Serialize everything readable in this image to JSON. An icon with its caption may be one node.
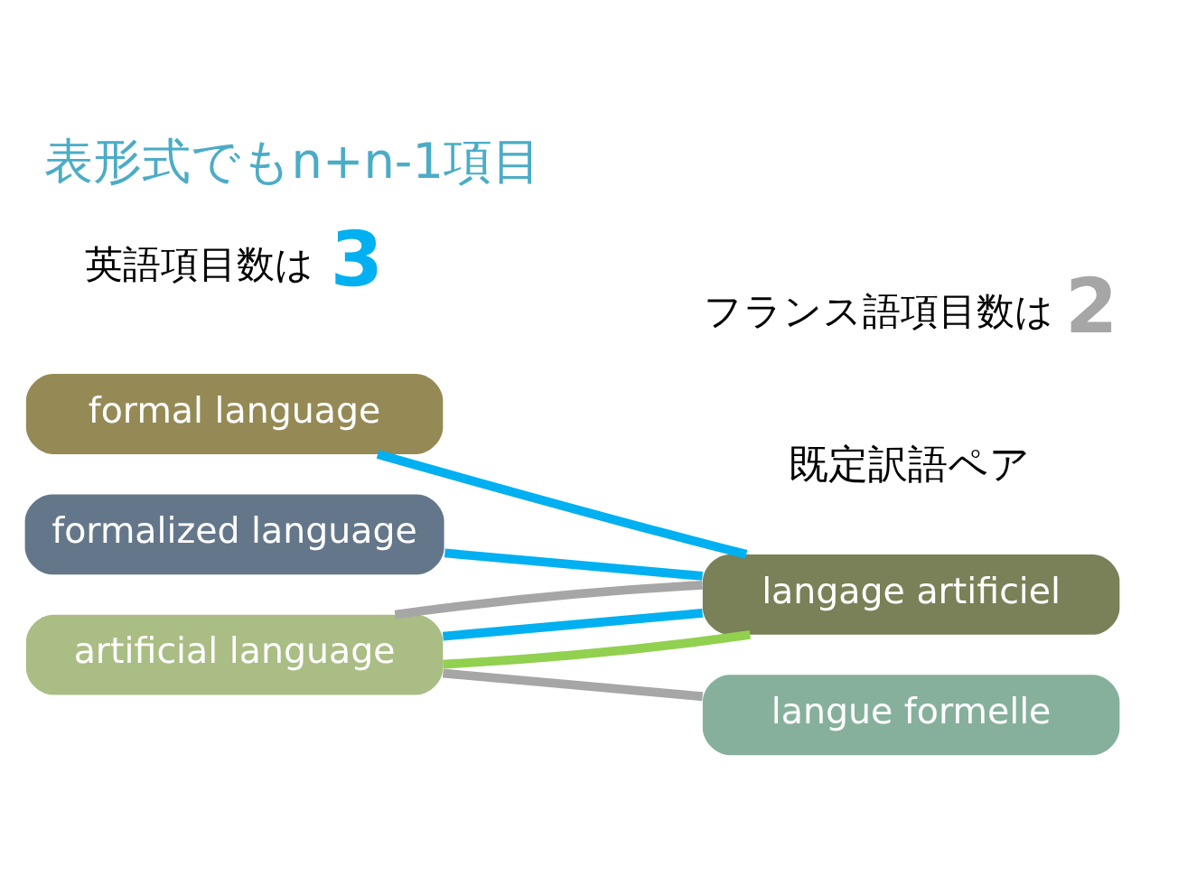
{
  "diagram": {
    "title": "表形式でもn+n-1項目",
    "nodes": [
      {
        "text": [
          "artificial language"
        ]
      },
      {
        "text": [
          "formal language"
        ]
      },
      {
        "text": [
          "formalized language"
        ]
      },
      {
        "text": [
          "langage artificiel"
        ]
      },
      {
        "text": [
          "langue formelle"
        ]
      }
    ],
    "edges": [
      {
        "from": 0,
        "to": 3,
        "arrow": "none",
        "color": "#92d050"
      },
      {
        "from": 0,
        "to": 3,
        "arrow": "none"
      },
      {
        "from": 0,
        "to": 3,
        "arrow": "none",
        "color": "#a6a6a6"
      },
      {
        "from": 0,
        "to": 4,
        "arrow": "none",
        "color": "#a6a6a6"
      },
      {
        "from": 1,
        "to": 3,
        "arrow": "none"
      },
      {
        "from": 2,
        "to": 3,
        "arrow": "none"
      }
    ],
    "labels": [
      "既定訳語ペア",
      "フランス語項目数は",
      "2",
      "英語項目数は",
      "3"
    ]
  }
}
